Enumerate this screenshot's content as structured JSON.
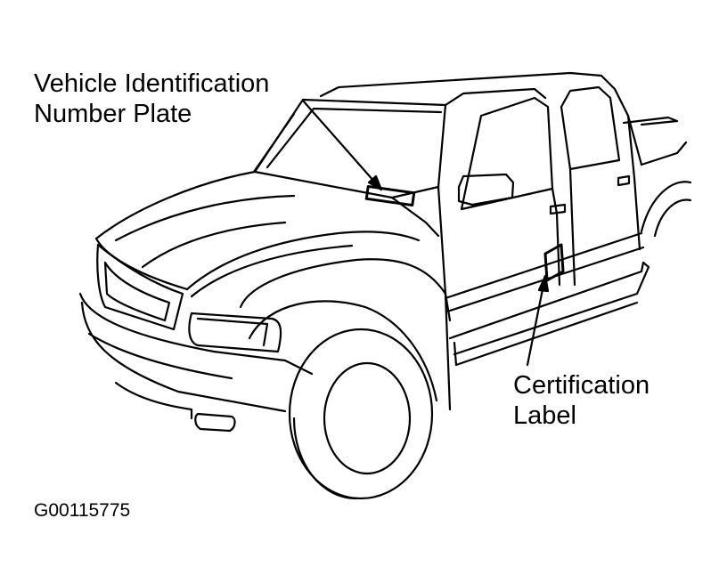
{
  "callouts": {
    "vin_plate": {
      "line1": "Vehicle Identification",
      "line2": "Number Plate"
    },
    "certification": {
      "line1": "Certification",
      "line2": "Label"
    }
  },
  "figure_code": "G00115775"
}
